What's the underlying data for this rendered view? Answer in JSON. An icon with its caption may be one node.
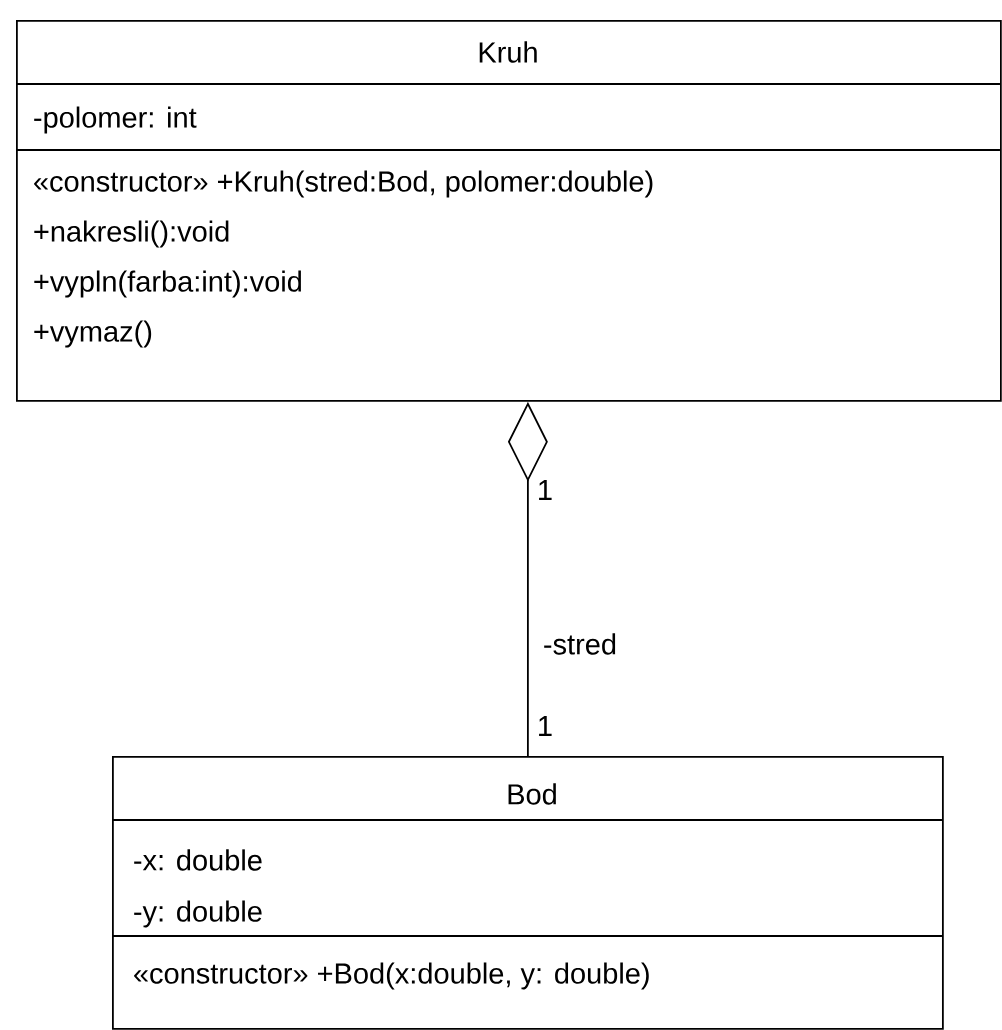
{
  "diagram": {
    "nodes": [
      {
        "text": [
          "Kruh",
          "-polomer: int",
          "«constructor» +Kruh(stred:Bod, polomer:double)",
          "+nakresli():void",
          "+vypln(farba:int):void",
          "+vymaz()"
        ]
      },
      {
        "text": [
          "Bod",
          "-x: double",
          "-y: double",
          "«constructor» +Bod(x:double, y: double)"
        ]
      }
    ],
    "edges": [
      {
        "from": 0,
        "to": 1,
        "arrow": "other",
        "label": "-stred"
      }
    ],
    "labels": [
      "1",
      "1"
    ]
  }
}
